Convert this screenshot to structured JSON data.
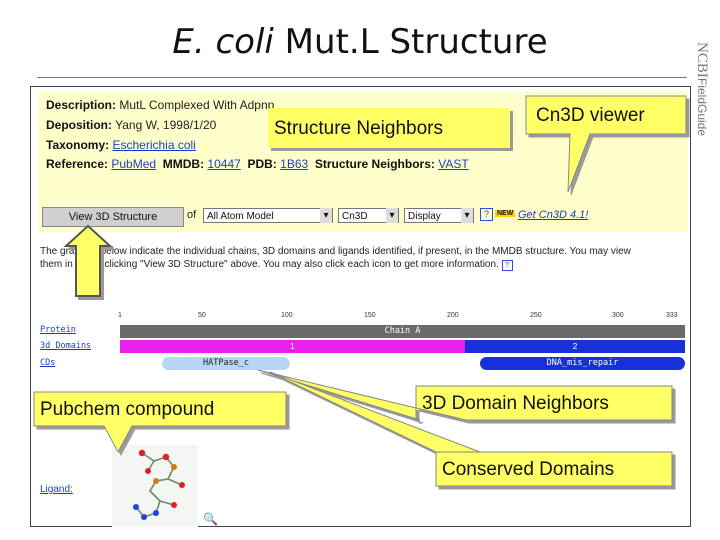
{
  "slide": {
    "title_italic": "E. coli",
    "title_rest": " Mut.L Structure",
    "side_logo": {
      "brand": "NCBI",
      "product": "FieldGuide"
    }
  },
  "structure_page": {
    "description_label": "Description:",
    "description_value": "MutL Complexed With Adpnp",
    "deposition_label": "Deposition:",
    "deposition_value": "Yang W, 1998/1/20",
    "taxonomy_label": "Taxonomy:",
    "taxonomy_value": "Escherichia coli",
    "reference_label": "Reference:",
    "reference_value": "PubMed",
    "mmdb_label": "MMDB:",
    "mmdb_value": "10447",
    "pdb_label": "PDB:",
    "pdb_value": "1B63",
    "neighbors_label": "Structure Neighbors:",
    "neighbors_value": "VAST",
    "view_button": "View 3D Structure",
    "of_label": "of",
    "model_select": "All Atom Model",
    "viewer_select": "Cn3D",
    "mode_select": "Display",
    "get_cn3d": "Get Cn3D 4.1!",
    "new_badge": "NEW",
    "info_line1": "The graphics below indicate the individual chains, 3D domains and ligands identified, if present, in the MMDB structure. You may view",
    "info_line2_pre": "them in ",
    "info_line2_link": "3D",
    "info_line2_post": " by clicking \"View 3D Structure\" above. You may also click each icon to get more information.",
    "ticks": [
      "1",
      "50",
      "100",
      "150",
      "200",
      "250",
      "300",
      "333"
    ],
    "tracks": {
      "protein_label": "Protein",
      "domains_label": "3d Domains",
      "cds_label": "CDs",
      "chain": "Chain A",
      "domain1": "1",
      "domain2": "2",
      "cd1": "HATPase_c",
      "cd2": "DNA_mis_repair"
    },
    "ligand_label": "Ligand:"
  },
  "callouts": {
    "structure_neighbors": "Structure Neighbors",
    "cn3d_viewer": "Cn3D viewer",
    "pubchem": "Pubchem compound",
    "domain_neighbors": "3D Domain Neighbors",
    "conserved_domains": "Conserved Domains"
  },
  "colors": {
    "callout_fill": "#ffff66",
    "panel_bg": "#ffffcc",
    "domain1": "#ea1fea",
    "domain2": "#1830d8",
    "chain": "#6a6a6a"
  }
}
